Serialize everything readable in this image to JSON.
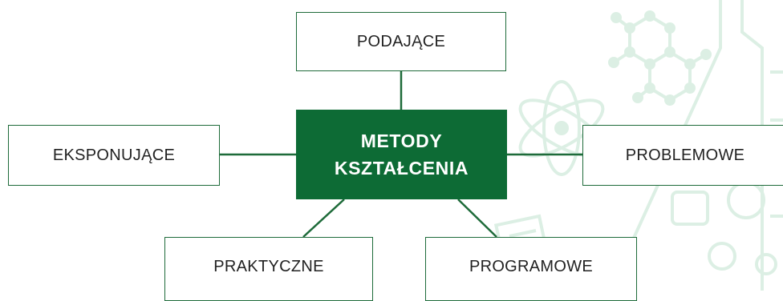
{
  "diagram": {
    "center": {
      "line1": "METODY",
      "line2": "KSZTAŁCENIA"
    },
    "nodes": {
      "top": "PODAJĄCE",
      "left": "EKSPONUJĄCE",
      "right": "PROBLEMOWE",
      "bottom_left": "PRAKTYCZNE",
      "bottom_right": "PROGRAMOWE"
    }
  },
  "colors": {
    "center_fill": "#0d6b35",
    "border": "#1e6b3a",
    "connector": "#1e6b3a",
    "decoration": "#d7ece1"
  }
}
